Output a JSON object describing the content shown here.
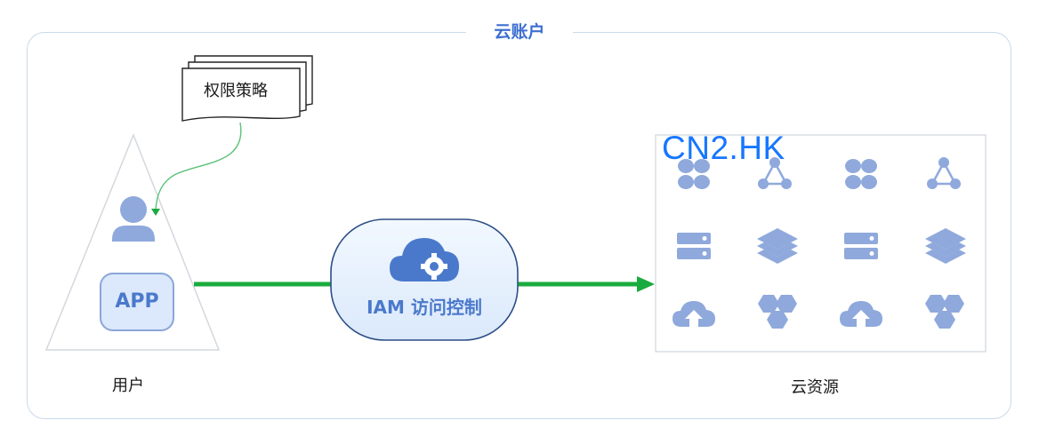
{
  "account": {
    "title": "云账户"
  },
  "user": {
    "label": "用户",
    "app_badge": "APP"
  },
  "policy": {
    "label": "权限策略"
  },
  "iam": {
    "label": "IAM 访问控制"
  },
  "resources": {
    "label": "云资源",
    "icons": [
      "cluster-icon",
      "network-icon",
      "cluster-icon",
      "network-icon",
      "server-icon",
      "layers-icon",
      "server-icon",
      "layers-icon",
      "cloud-upload-icon",
      "hexagons-icon",
      "cloud-upload-icon",
      "hexagons-icon"
    ]
  },
  "watermark": "CN2.HK",
  "colors": {
    "accent": "#4a79cc",
    "icon_fill": "#8fa9dc",
    "arrow": "#1aab3e",
    "frame": "#c9d9ea"
  }
}
